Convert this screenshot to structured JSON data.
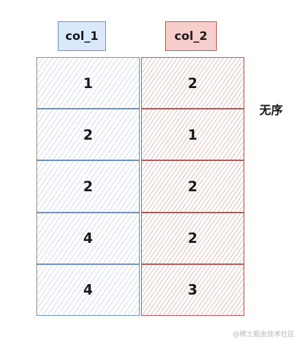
{
  "headers": {
    "col1": "col_1",
    "col2": "col_2"
  },
  "col1_values": [
    "1",
    "2",
    "2",
    "4",
    "4"
  ],
  "col2_values": [
    "2",
    "1",
    "2",
    "2",
    "3"
  ],
  "side_label": "无序",
  "watermark": "@稀土掘金技术社区",
  "colors": {
    "col1_fill": "#dae8fc",
    "col1_stroke": "#6c8ebf",
    "col2_fill": "#f8cecc",
    "col2_stroke": "#b85450"
  }
}
